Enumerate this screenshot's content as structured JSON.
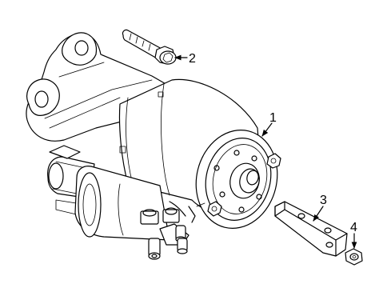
{
  "diagram": {
    "callouts": [
      {
        "id": "1",
        "label": "1",
        "part": "starter-motor"
      },
      {
        "id": "2",
        "label": "2",
        "part": "mounting-bolt"
      },
      {
        "id": "3",
        "label": "3",
        "part": "bracket"
      },
      {
        "id": "4",
        "label": "4",
        "part": "nut"
      }
    ]
  }
}
